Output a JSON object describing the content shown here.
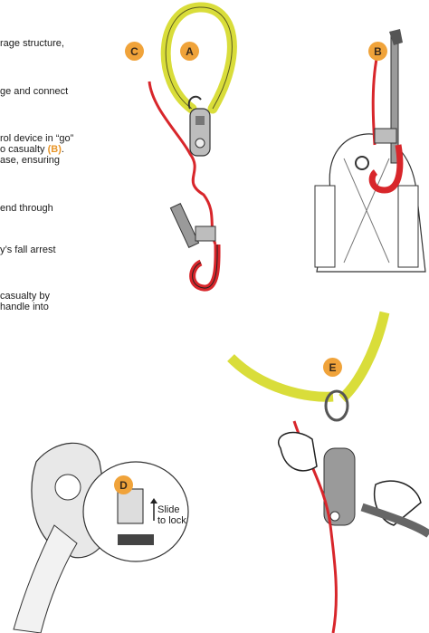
{
  "text_fragments": [
    {
      "text": "rage structure,"
    },
    {
      "text": "ge and connect"
    },
    {
      "text": "rol device in “go”"
    },
    {
      "text": "o casualty ",
      "highlight": "(B)",
      "after": "."
    },
    {
      "text": "ase, ensuring"
    },
    {
      "text": "end through"
    },
    {
      "text": "y’s fall arrest"
    },
    {
      "text": "casualty by"
    },
    {
      "text": "handle into"
    }
  ],
  "badges": {
    "a": "A",
    "b": "B",
    "c": "C",
    "d": "D",
    "e": "E"
  },
  "callout": {
    "line1": "Slide",
    "line2": "to lock"
  },
  "colors": {
    "badge": "#f0a33a",
    "rope_yellow": "#d9dd3a",
    "rope_red": "#d8262b",
    "device_gray": "#9a9a9a"
  }
}
